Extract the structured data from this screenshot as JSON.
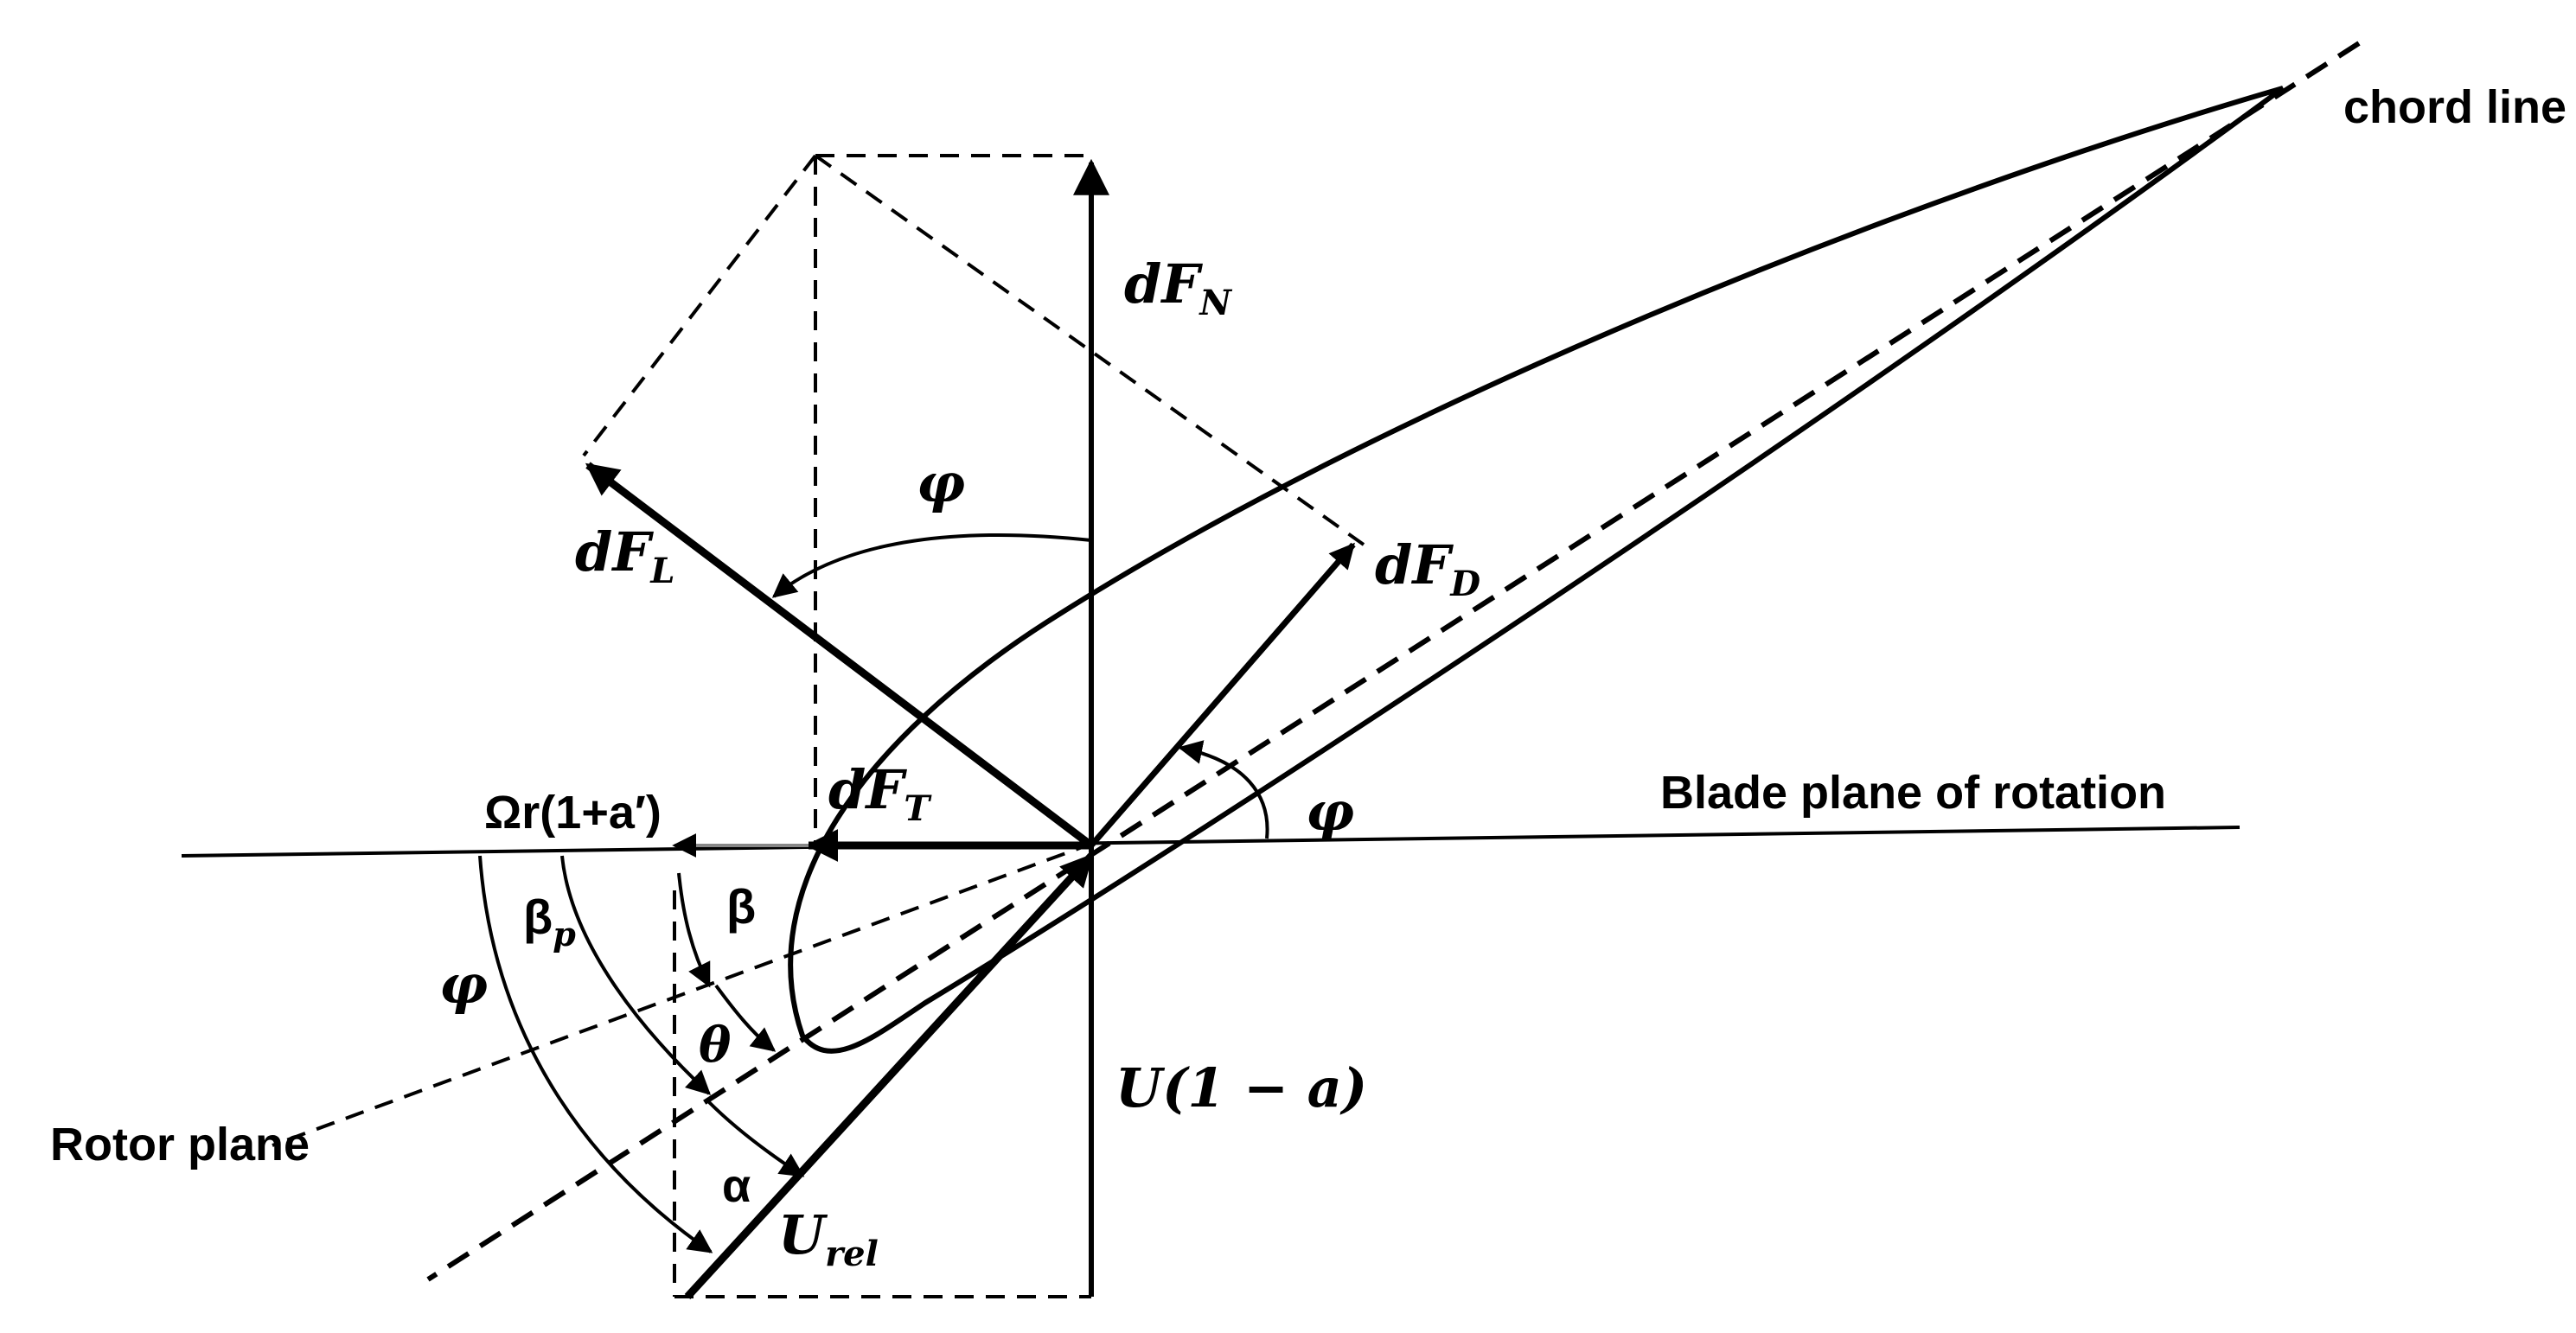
{
  "labels": {
    "chord_line": "chord line",
    "blade_plane": "Blade plane of rotation",
    "rotor_plane": "Rotor plane",
    "omega_r": "Ωr(1+a′)",
    "dFN": "dF",
    "dFN_sub": "N",
    "dFL": "dF",
    "dFL_sub": "L",
    "dFD": "dF",
    "dFD_sub": "D",
    "dFT": "dF",
    "dFT_sub": "T",
    "phi_top": "φ",
    "phi_right": "φ",
    "phi_left": "φ",
    "beta": "β",
    "beta_p": "β",
    "beta_p_sub": "p",
    "theta": "θ",
    "alpha": "α",
    "u_rel": "U",
    "u_rel_sub": "rel",
    "u_axial": "U(1 − a)"
  }
}
